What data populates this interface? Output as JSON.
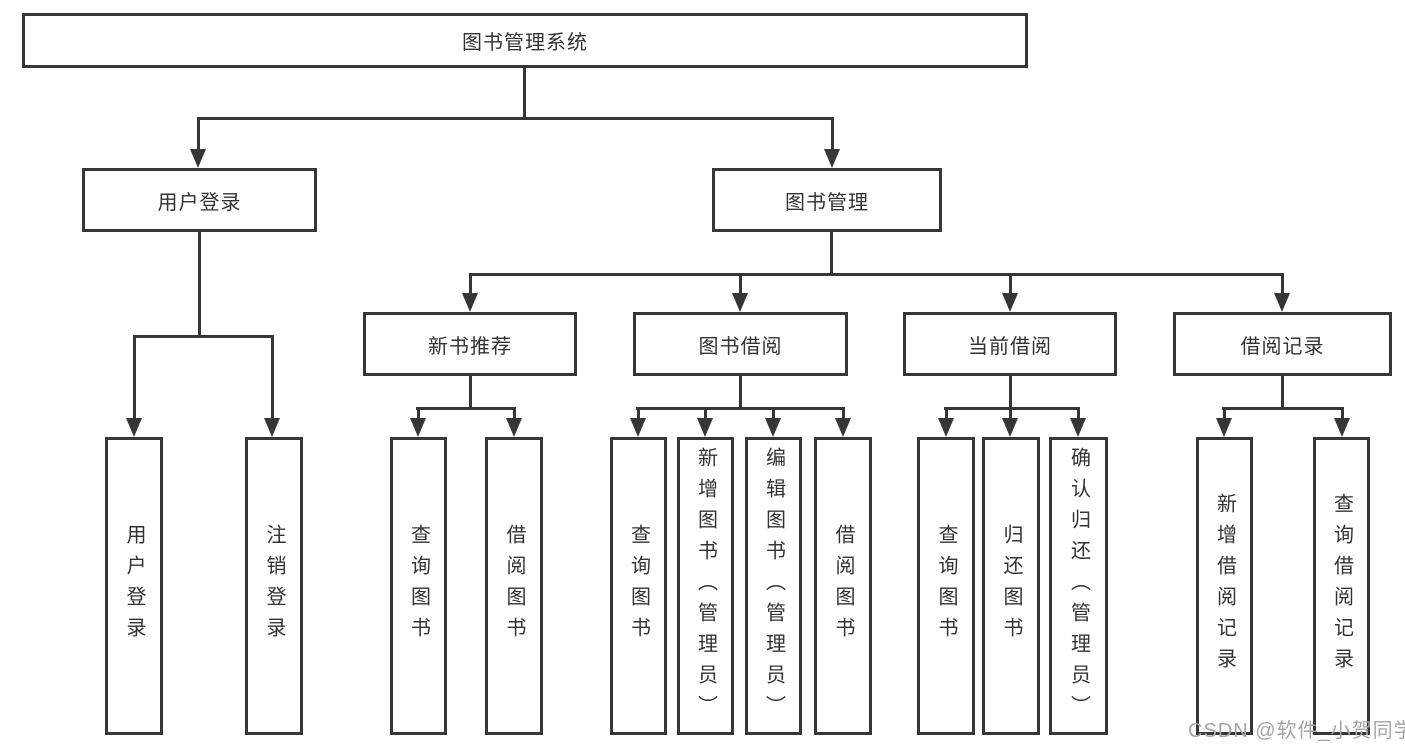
{
  "diagram": {
    "root": {
      "label": "图书管理系统"
    },
    "level1": [
      {
        "label": "用户登录"
      },
      {
        "label": "图书管理"
      }
    ],
    "level2": [
      {
        "label": "新书推荐"
      },
      {
        "label": "图书借阅"
      },
      {
        "label": "当前借阅"
      },
      {
        "label": "借阅记录"
      }
    ],
    "leaves": [
      {
        "group": "用户登录",
        "label": "用户登录"
      },
      {
        "group": "用户登录",
        "label": "注销登录"
      },
      {
        "group": "新书推荐",
        "label": "查询图书"
      },
      {
        "group": "新书推荐",
        "label": "借阅图书"
      },
      {
        "group": "图书借阅",
        "label": "查询图书"
      },
      {
        "group": "图书借阅",
        "label": "新增图书（管理员）"
      },
      {
        "group": "图书借阅",
        "label": "编辑图书（管理员）"
      },
      {
        "group": "图书借阅",
        "label": "借阅图书"
      },
      {
        "group": "当前借阅",
        "label": "查询图书"
      },
      {
        "group": "当前借阅",
        "label": "归还图书"
      },
      {
        "group": "当前借阅",
        "label": "确认归还（管理员）"
      },
      {
        "group": "借阅记录",
        "label": "新增借阅记录"
      },
      {
        "group": "借阅记录",
        "label": "查询借阅记录"
      }
    ],
    "watermark": "CSDN @软件_小贺同学",
    "colors": {
      "line": "#363636",
      "text": "#333333",
      "watermark": "#a5a5a5",
      "background": "#ffffff"
    }
  }
}
